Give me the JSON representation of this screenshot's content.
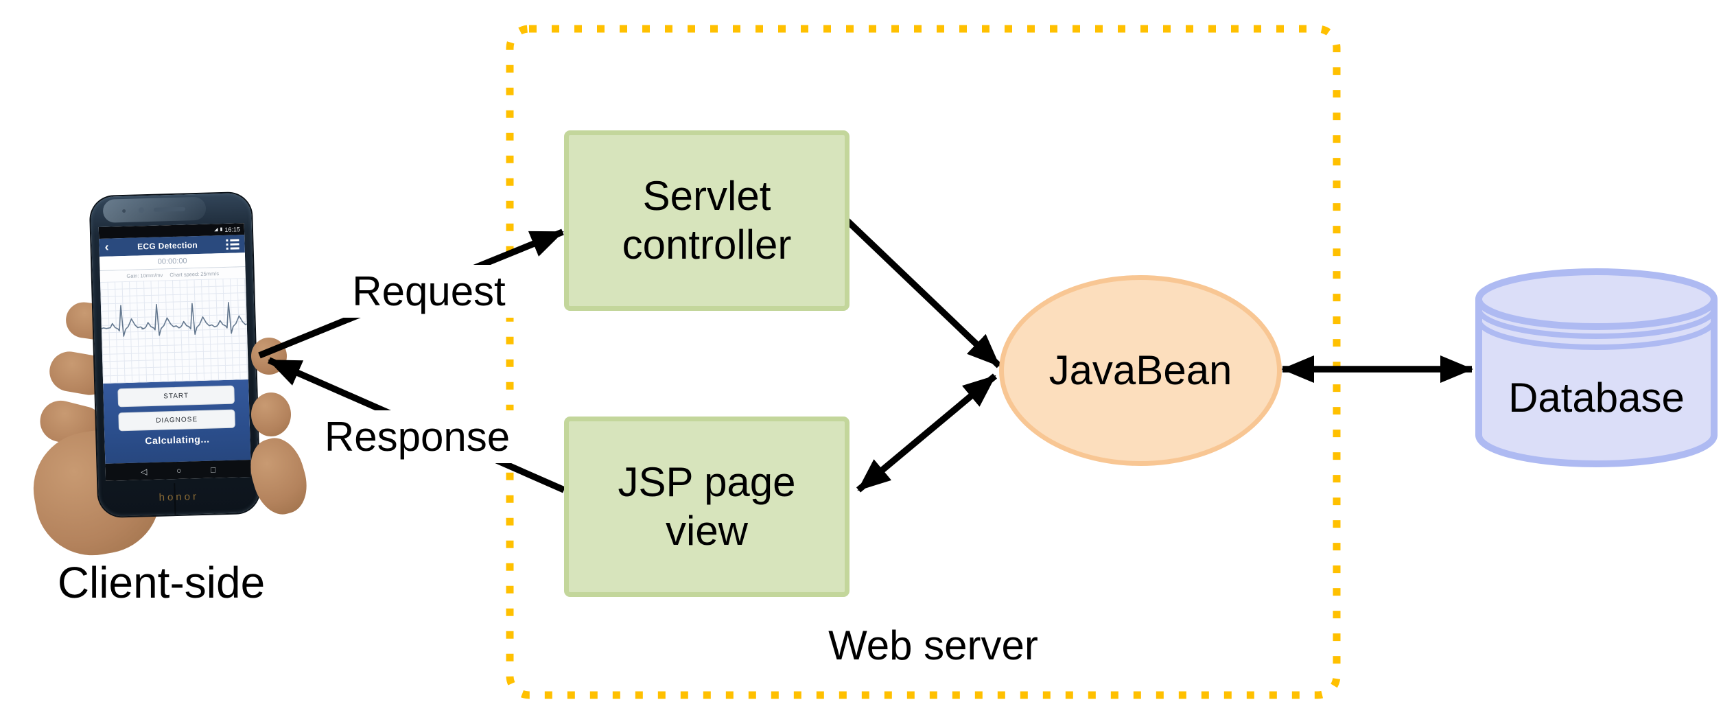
{
  "diagram": {
    "labels": {
      "client": "Client-side",
      "request": "Request",
      "response": "Response",
      "web_server": "Web server"
    },
    "nodes": {
      "servlet": {
        "line1": "Servlet",
        "line2": "controller"
      },
      "jsp": {
        "line1": "JSP page",
        "line2": "view"
      },
      "javabean": {
        "label": "JavaBean"
      },
      "database": {
        "label": "Database"
      }
    },
    "colors": {
      "node_green_fill": "#d7e4bc",
      "node_green_border": "#c3d69b",
      "bean_fill": "#fcdebd",
      "bean_border": "#f8c693",
      "db_fill": "#dbdef8",
      "db_border": "#aebaf2",
      "web_server_dotted_border": "#ffc000",
      "arrow": "#000000"
    }
  },
  "phone": {
    "status_bar": {
      "time": "16:15",
      "signal_icon": "signal-bars",
      "battery_icon": "battery"
    },
    "title_bar": {
      "back_icon": "‹",
      "title": "ECG Detection",
      "menu_icon": "list-menu"
    },
    "timer": "00:00:00",
    "chart_info": {
      "gain": "Gain: 10mm/mv",
      "speed": "Chart speed: 25mm/s"
    },
    "buttons": {
      "start": "START",
      "diagnose": "DIAGNOSE"
    },
    "status_text": "Calculating...",
    "nav": {
      "back": "◁",
      "home": "○",
      "recent": "□"
    },
    "brand": "honor"
  }
}
